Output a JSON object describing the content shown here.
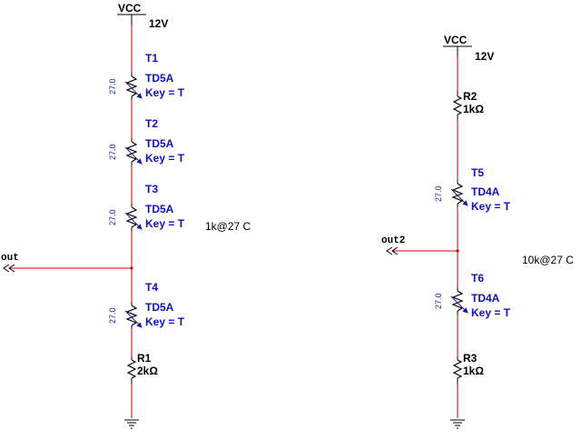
{
  "left": {
    "vcc_label": "VCC",
    "supply_value": "12V",
    "thermistors": [
      {
        "ref": "T1",
        "model": "TD5A",
        "key": "Key = T",
        "value": "27.0"
      },
      {
        "ref": "T2",
        "model": "TD5A",
        "key": "Key = T",
        "value": "27.0"
      },
      {
        "ref": "T3",
        "model": "TD5A",
        "key": "Key = T",
        "value": "27.0"
      },
      {
        "ref": "T4",
        "model": "TD5A",
        "key": "Key = T",
        "value": "27.0"
      }
    ],
    "note": "1k@27 C",
    "out_label": "out",
    "r1": {
      "ref": "R1",
      "value": "2kΩ"
    }
  },
  "right": {
    "vcc_label": "VCC",
    "supply_value": "12V",
    "r2": {
      "ref": "R2",
      "value": "1kΩ"
    },
    "thermistors": [
      {
        "ref": "T5",
        "model": "TD4A",
        "key": "Key = T",
        "value": "27.0"
      },
      {
        "ref": "T6",
        "model": "TD4A",
        "key": "Key = T",
        "value": "27.0"
      }
    ],
    "note": "10k@27 C",
    "out_label": "out2",
    "r3": {
      "ref": "R3",
      "value": "1kΩ"
    }
  }
}
